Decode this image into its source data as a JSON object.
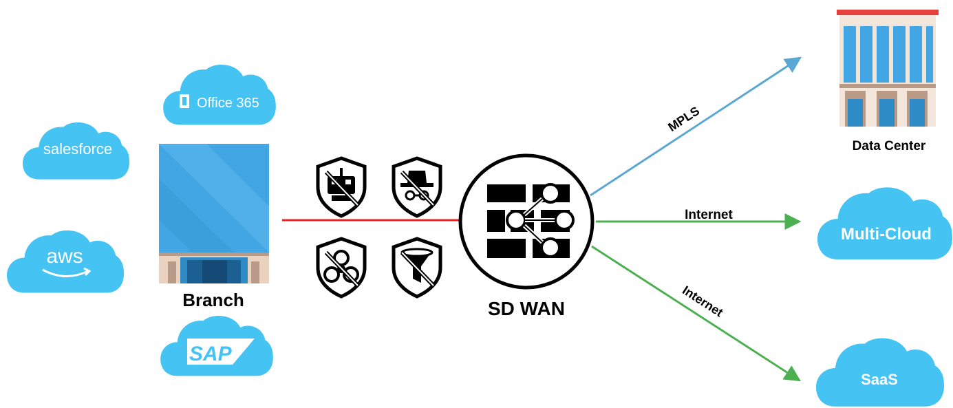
{
  "branch": {
    "label": "Branch"
  },
  "sdwan": {
    "label": "SD WAN"
  },
  "datacenter": {
    "label": "Data Center"
  },
  "links": {
    "mpls": "MPLS",
    "internet_cloud": "Internet",
    "internet_saas": "Internet"
  },
  "clouds": {
    "office365": "Office 365",
    "salesforce": "salesforce",
    "aws": "aws",
    "sap": "SAP",
    "multicloud": "Multi-Cloud",
    "saas": "SaaS"
  },
  "security_icons": [
    "no-bot-shield-icon",
    "no-spy-shield-icon",
    "no-biohazard-shield-icon",
    "url-filter-shield-icon"
  ],
  "colors": {
    "cloud": "#45c3f3",
    "mpls_line": "#5aa7d3",
    "internet_line": "#4caf50",
    "branch_line": "#e32626",
    "datacenter_roof": "#e5403b",
    "building_glass": "#41a6e3"
  }
}
